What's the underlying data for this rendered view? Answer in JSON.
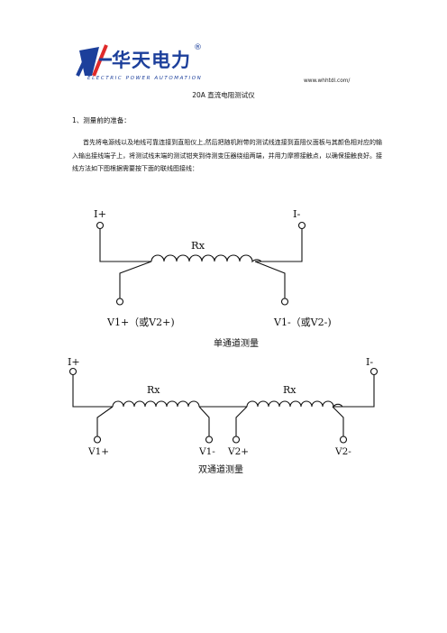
{
  "header": {
    "logo_text": "华天电力",
    "logo_sub": "ELECTRIC POWER AUTOMATION",
    "logo_reg": "®",
    "url": "www.whhtdl.com/"
  },
  "doc": {
    "title": "20A 直流电阻测试仪",
    "section": "1、测量前的准备：",
    "paragraph": "首先将电源线以及地线可靠连接到直阻仪上,然后把随机附带的测试线连接到直阻仪面板与其颜色相对应的输入输出接线端子上，将测试线末端的测试钳夹到待测变压器绕组两端，并用力摩擦接触点，以确保接触良好。接线方法如下图根据需要按下面的联线图接线："
  },
  "diagram1": {
    "label_i_plus": "I+",
    "label_i_minus": "I-",
    "label_rx": "Rx",
    "label_v1_plus": "V1+（或V2+)",
    "label_v1_minus": "V1-（或V2-)",
    "caption": "单通道测量"
  },
  "diagram2": {
    "label_i_plus": "I+",
    "label_i_minus": "I-",
    "label_rx_left": "Rx",
    "label_rx_right": "Rx",
    "label_v1_plus": "V1+",
    "label_v1_minus": "V1-",
    "label_v2_plus": "V2+",
    "label_v2_minus": "V2-",
    "caption": "双通道测量"
  }
}
